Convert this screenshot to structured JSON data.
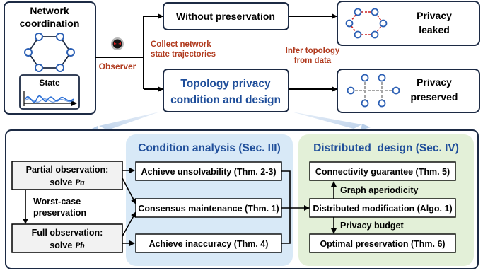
{
  "top": {
    "network_title_1": "Network",
    "network_title_2": "coordination",
    "state_label": "State",
    "observer_label": "Observer",
    "collect_1": "Collect network",
    "collect_2": "state trajectories",
    "without_preservation": "Without preservation",
    "topology_1": "Topology privacy",
    "topology_2": "condition and design",
    "infer_1": "Infer topology",
    "infer_2": "from data",
    "leaked_1": "Privacy",
    "leaked_2": "leaked",
    "preserved_1": "Privacy",
    "preserved_2": "preserved"
  },
  "bottom": {
    "condition_title": "Condition analysis (Sec. III)",
    "distributed_title": "Distributed  design (Sec. IV)",
    "partial_1": "Partial observation:",
    "partial_2": "solve ",
    "partial_var": "Pa",
    "worst_1": "Worst-case",
    "worst_2": "preservation",
    "full_1": "Full observation:",
    "full_2": "solve ",
    "full_var": "Pb",
    "unsolvability": "Achieve unsolvability (Thm. 2-3)",
    "consensus": "Consensus maintenance (Thm. 1)",
    "inaccuracy": "Achieve inaccuracy (Thm. 4)",
    "connectivity": "Connectivity guarantee (Thm. 5)",
    "aperiodicity": "Graph aperiodicity",
    "modification": "Distributed modification (Algo. 1)",
    "budget": "Privacy budget",
    "optimal": "Optimal preservation (Thm. 6)"
  },
  "colors": {
    "title_blue": "#1f4e9a",
    "observer_red": "#b03a1e",
    "condition_bg": "#d8e9f7",
    "distributed_bg": "#e3f0d8",
    "leak_red": "#cc2222"
  }
}
